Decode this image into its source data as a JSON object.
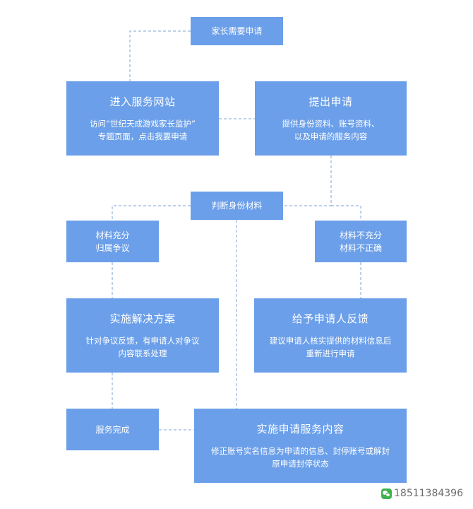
{
  "flowchart": {
    "nodes": {
      "parent_apply": {
        "title": "家长需要申请"
      },
      "enter_site": {
        "title": "进入服务网站",
        "desc_line1": "访问“世纪天成游戏家长监护”",
        "desc_line2": "专题页面，点击我要申请"
      },
      "submit_application": {
        "title": "提出申请",
        "desc_line1": "提供身份资料、账号资料、",
        "desc_line2": "以及申请的服务内容"
      },
      "judge_materials": {
        "title": "判断身份材料"
      },
      "sufficient_disputed": {
        "line1": "材料充分",
        "line2": "归属争议"
      },
      "insufficient": {
        "line1": "材料不充分",
        "line2": "材料不正确"
      },
      "implement_solution": {
        "title": "实施解决方案",
        "desc_line1": "针对争议反馈，有申请人对争议",
        "desc_line2": "内容联系处理"
      },
      "feedback_applicant": {
        "title": "给予申请人反馈",
        "desc_line1": "建议申请人核实提供的材料信息后",
        "desc_line2": "重新进行申请"
      },
      "service_complete": {
        "title": "服务完成"
      },
      "implement_service": {
        "title": "实施申请服务内容",
        "desc_line1": "修正账号实名信息为申请的信息、封停账号或解封",
        "desc_line2": "原申请封停状态"
      }
    },
    "colors": {
      "box": "#6b9fe9",
      "connector": "#7fa3d6",
      "text": "#ffffff"
    }
  },
  "watermark": {
    "icon": "wechat-icon",
    "text": "18511384396"
  }
}
